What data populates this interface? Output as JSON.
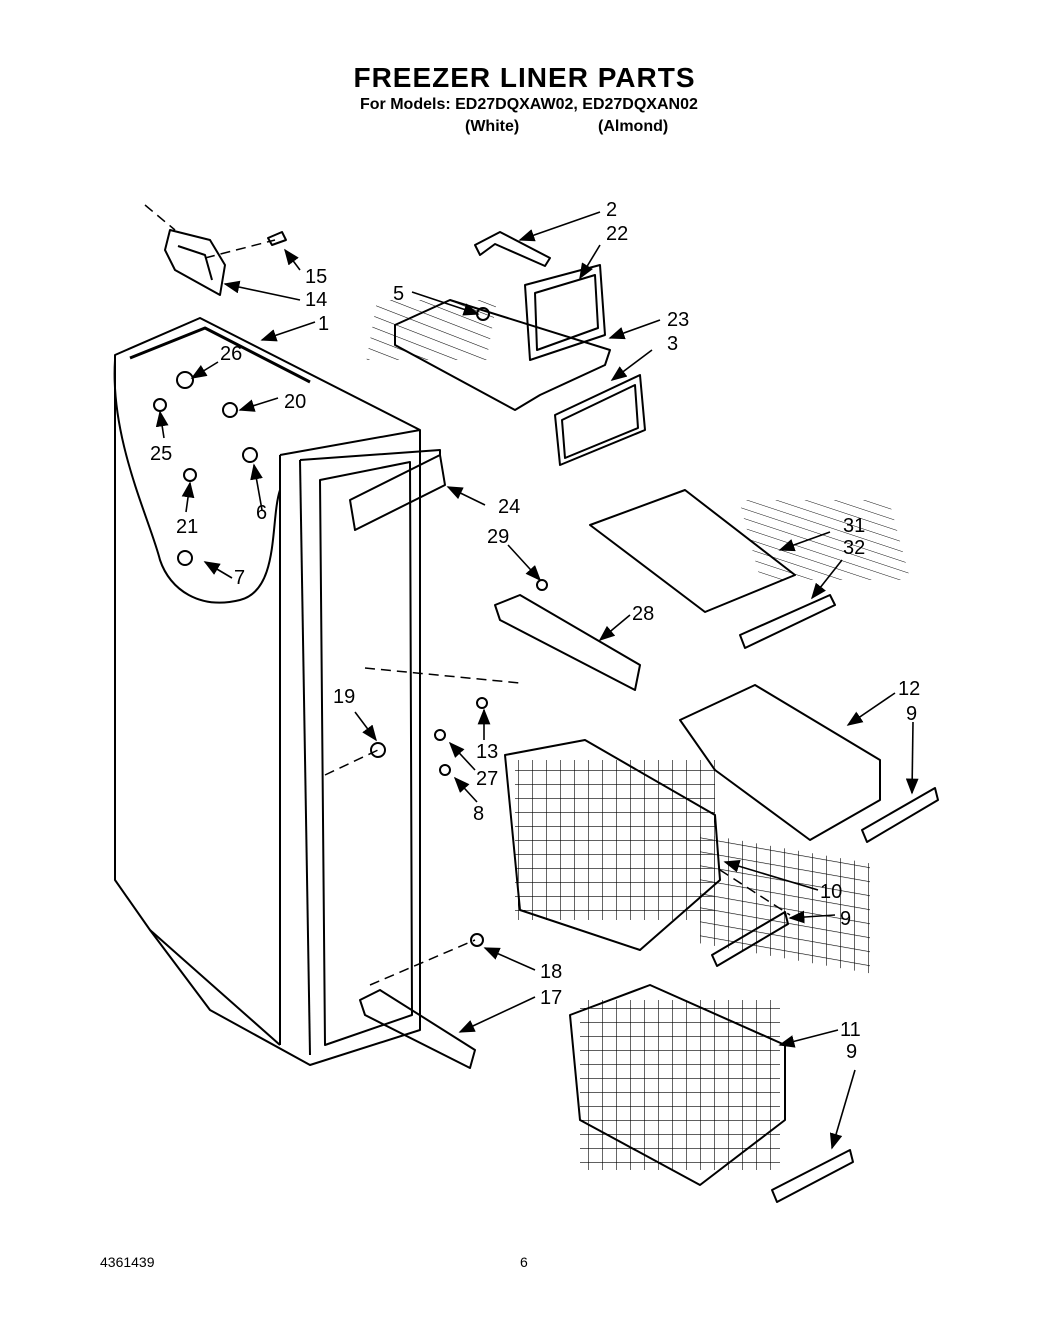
{
  "header": {
    "title": "FREEZER LINER PARTS",
    "models_line": "For Models: ED27DQXAW02, ED27DQXAN02",
    "color_white": "(White)",
    "color_almond": "(Almond)"
  },
  "callouts": [
    "2",
    "22",
    "5",
    "23",
    "3",
    "15",
    "14",
    "1",
    "26",
    "20",
    "25",
    "21",
    "6",
    "7",
    "24",
    "29",
    "31",
    "32",
    "28",
    "12",
    "9",
    "19",
    "13",
    "27",
    "8",
    "10",
    "9",
    "18",
    "17",
    "11",
    "9"
  ],
  "footer": {
    "doc_number": "4361439",
    "page_number": "6"
  }
}
